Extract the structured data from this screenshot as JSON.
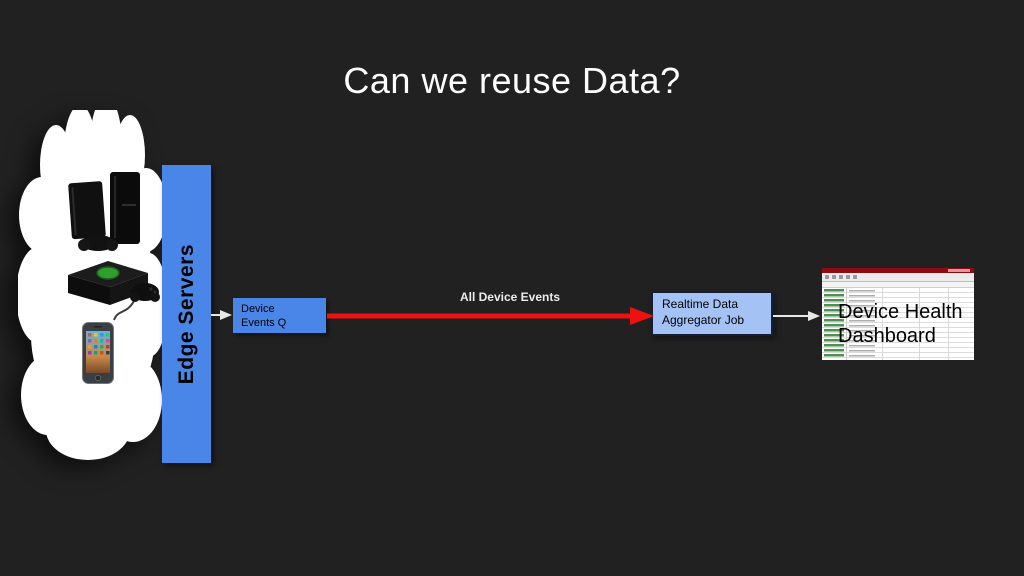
{
  "slide": {
    "title": "Can we reuse Data?",
    "background_color": "#212121"
  },
  "cloud": {
    "description": "white cloud shape containing edge device photos",
    "devices": [
      {
        "name": "playstation-consoles-with-controller"
      },
      {
        "name": "xbox-console-with-controller"
      },
      {
        "name": "smartphone"
      }
    ]
  },
  "nodes": {
    "edge_servers": {
      "label": "Edge Servers",
      "fill": "#4a86e8"
    },
    "device_events_q": {
      "line1": "Device",
      "line2": "Events Q",
      "fill": "#4a86e8"
    },
    "realtime_aggregator": {
      "line1": "Realtime Data",
      "line2": "Aggregator Job",
      "fill": "#a4c2f4",
      "border": "#141e36"
    },
    "dashboard": {
      "line1": "Device Health",
      "line2": "Dashboard",
      "titlebar_color": "#8e0b12"
    }
  },
  "edges": {
    "edge_to_queue": {
      "color": "#e8e8e8"
    },
    "all_device_events": {
      "label": "All Device Events",
      "color": "#ee1111"
    },
    "aggregator_to_dashboard": {
      "color": "#e8e8e8"
    }
  }
}
